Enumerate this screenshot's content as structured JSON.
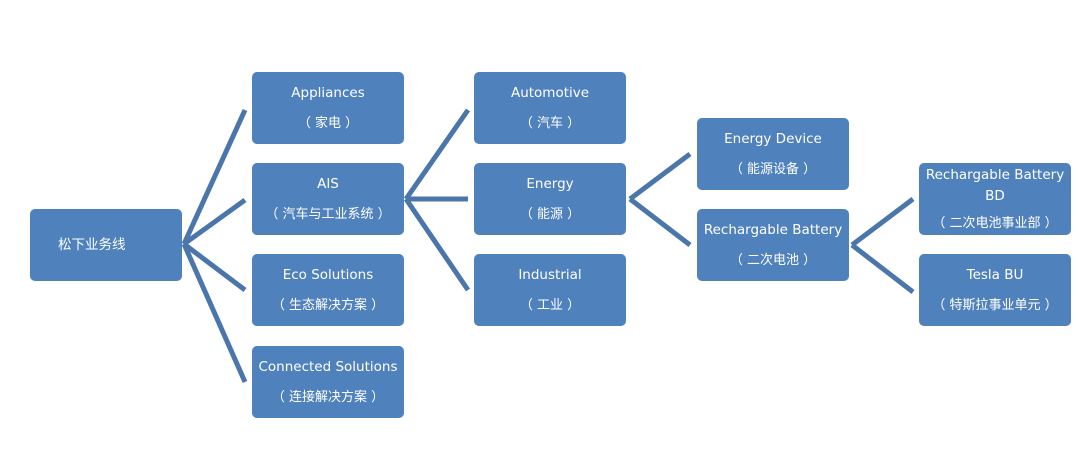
{
  "diagram": {
    "type": "tree",
    "line_color": "#4b76ab",
    "node_color": "#4f81bd",
    "text_color": "#ffffff",
    "root": {
      "zh": "松下业务线"
    },
    "level1": [
      {
        "en": "Appliances",
        "zh": "（ 家电 ）"
      },
      {
        "en": "AIS",
        "zh": "（ 汽车与工业系统 ）"
      },
      {
        "en": "Eco Solutions",
        "zh": "（ 生态解决方案 ）"
      },
      {
        "en": "Connected Solutions",
        "zh": "（ 连接解决方案 ）"
      }
    ],
    "level2": [
      {
        "en": "Automotive",
        "zh": "（ 汽车 ）"
      },
      {
        "en": "Energy",
        "zh": "（ 能源 ）"
      },
      {
        "en": "Industrial",
        "zh": "（ 工业 ）"
      }
    ],
    "level3": [
      {
        "en": "Energy Device",
        "zh": "（ 能源设备 ）"
      },
      {
        "en": "Rechargable Battery",
        "zh": "（ 二次电池 ）"
      }
    ],
    "level4": [
      {
        "en": "Rechargable Battery BD",
        "zh": "（ 二次电池事业部 ）"
      },
      {
        "en": "Tesla BU",
        "zh": "（ 特斯拉事业单元 ）"
      }
    ],
    "edges": [
      [
        "root",
        "Appliances"
      ],
      [
        "root",
        "AIS"
      ],
      [
        "root",
        "Eco Solutions"
      ],
      [
        "root",
        "Connected Solutions"
      ],
      [
        "AIS",
        "Automotive"
      ],
      [
        "AIS",
        "Energy"
      ],
      [
        "AIS",
        "Industrial"
      ],
      [
        "Energy",
        "Energy Device"
      ],
      [
        "Energy",
        "Rechargable Battery"
      ],
      [
        "Rechargable Battery",
        "Rechargable Battery BD"
      ],
      [
        "Rechargable Battery",
        "Tesla BU"
      ]
    ]
  }
}
